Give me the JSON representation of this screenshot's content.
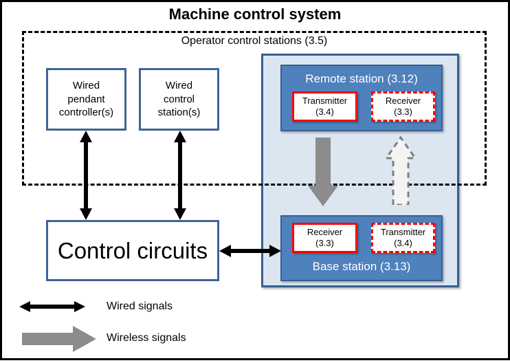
{
  "title": "Machine control system",
  "colors": {
    "black": "#000000",
    "station_blue": "#4f81bd",
    "dark_border": "#365f91",
    "light_blue": "#dce6f1",
    "box_border": "#3d6499",
    "red": "#ff0000",
    "gray": "#8c8c8c",
    "dashed_fill": "#f4f4f2",
    "dashed_stroke": "#7f7f7f",
    "white": "#ffffff"
  },
  "operator_region": {
    "label": "Operator control stations (3.5)"
  },
  "boxes": {
    "wired_pendant": "Wired\npendant\ncontroller(s)",
    "wired_control": "Wired\ncontrol\nstation(s)",
    "control_circuits": "Control circuits"
  },
  "remote_station": {
    "label": "Remote station (3.12)",
    "transmitter": "Transmitter\n(3.4)",
    "receiver": "Receiver\n(3.3)"
  },
  "base_station": {
    "label": "Base station (3.13)",
    "receiver": "Receiver\n(3.3)",
    "transmitter": "Transmitter\n(3.4)"
  },
  "legend": {
    "wired": "Wired signals",
    "wireless": "Wireless signals"
  }
}
